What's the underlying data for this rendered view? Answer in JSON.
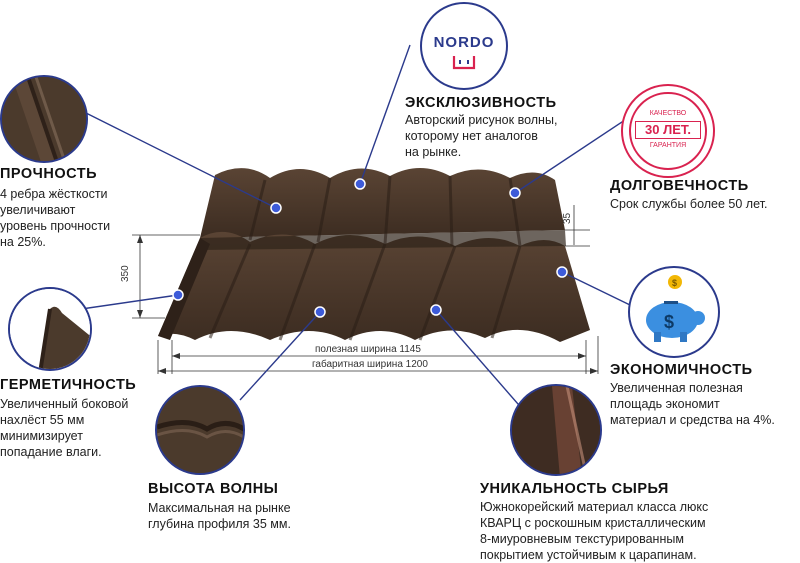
{
  "brand": {
    "logo_text": "NORDO"
  },
  "badge": {
    "top": "КАЧЕСТВО",
    "middle": "30 ЛЕТ.",
    "bottom": "ГАРАНТИЯ"
  },
  "colors": {
    "accent_blue": "#2b3a8c",
    "badge_red": "#d9224f",
    "roof_brown": "#4a3729",
    "dot_blue": "#3d5bd9"
  },
  "dimensions": {
    "useful_width": "полезная ширина 1145",
    "total_width": "габаритная ширина 1200",
    "height": "350",
    "step": "35"
  },
  "features": {
    "strength": {
      "title": "ПРОЧНОСТЬ",
      "text": "4 ребра жёсткости\nувеличивают\nуровень прочности\nна 25%.",
      "icon": "rib-closeup"
    },
    "sealing": {
      "title": "ГЕРМЕТИЧНОСТЬ",
      "text": "Увеличенный боковой\nнахлёст 55 мм\nминимизирует\nпопадание влаги.",
      "icon": "overlap-closeup"
    },
    "wave": {
      "title": "ВЫСОТА ВОЛНЫ",
      "text": "Максимальная на рынке\nглубина профиля 35 мм.",
      "icon": "wave-closeup"
    },
    "exclusive": {
      "title": "ЭКСКЛЮЗИВНОСТЬ",
      "text": "Авторский рисунок волны,\nкоторому нет аналогов\nна рынке.",
      "icon": "nordo-logo"
    },
    "durability": {
      "title": "ДОЛГОВЕЧНОСТЬ",
      "text": "Срок службы более 50 лет.",
      "icon": "guarantee-stamp"
    },
    "economy": {
      "title": "ЭКОНОМИЧНОСТЬ",
      "text": "Увеличенная полезная\nплощадь экономит\nматериал и средства на 4%.",
      "icon": "piggy-bank-icon"
    },
    "material": {
      "title": "УНИКАЛЬНОСТЬ СЫРЬЯ",
      "text": "Южнокорейский материал класса люкс\nКВАРЦ с роскошным кристаллическим\n8-миуровневым текстурированным\nпокрытием устойчивым к царапинам.",
      "icon": "texture-closeup"
    }
  }
}
